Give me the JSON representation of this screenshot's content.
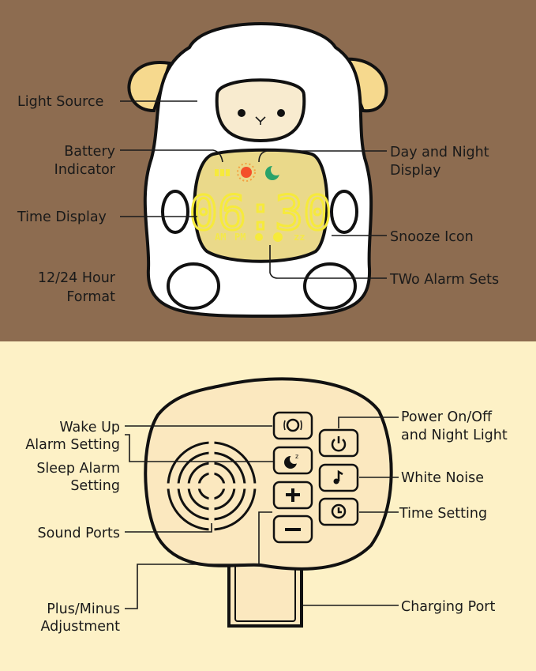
{
  "colors": {
    "top_bg": "#8d6c50",
    "bottom_bg": "#fdf1c6",
    "display": "#ead98a",
    "digits": "#f6ea3c",
    "sun": "#f4502a",
    "moon": "#2aa36a",
    "ear": "#f6d98e",
    "device": "#fbe8bf"
  },
  "display": {
    "time": "06:30",
    "am": "AM",
    "pm": "PM"
  },
  "top_labels": {
    "light_source": "Light Source",
    "battery_1": "Battery",
    "battery_2": "Indicator",
    "time_display": "Time Display",
    "format_1": "12/24 Hour",
    "format_2": "Format",
    "day_night_1": "Day and Night",
    "day_night_2": "Display",
    "snooze": "Snooze Icon",
    "alarm_sets": "TWo Alarm Sets"
  },
  "bottom_labels": {
    "wake_1": "Wake Up",
    "wake_2": "Alarm Setting",
    "sleep_1": "Sleep Alarm",
    "sleep_2": "Setting",
    "sound": "Sound Ports",
    "plusminus_1": "Plus/Minus",
    "plusminus_2": "Adjustment",
    "power_1": "Power On/Off",
    "power_2": "and Night Light",
    "white_noise": "White Noise",
    "time_setting": "Time Setting",
    "charging": "Charging Port"
  },
  "buttons": [
    {
      "name": "wake-alarm-button",
      "icon": "alarm-clock-icon"
    },
    {
      "name": "sleep-alarm-button",
      "icon": "moon-zz-icon"
    },
    {
      "name": "plus-button",
      "icon": "plus-icon"
    },
    {
      "name": "minus-button",
      "icon": "minus-icon"
    },
    {
      "name": "power-button",
      "icon": "power-icon"
    },
    {
      "name": "white-noise-button",
      "icon": "music-note-icon"
    },
    {
      "name": "time-setting-button",
      "icon": "clock-icon"
    }
  ]
}
